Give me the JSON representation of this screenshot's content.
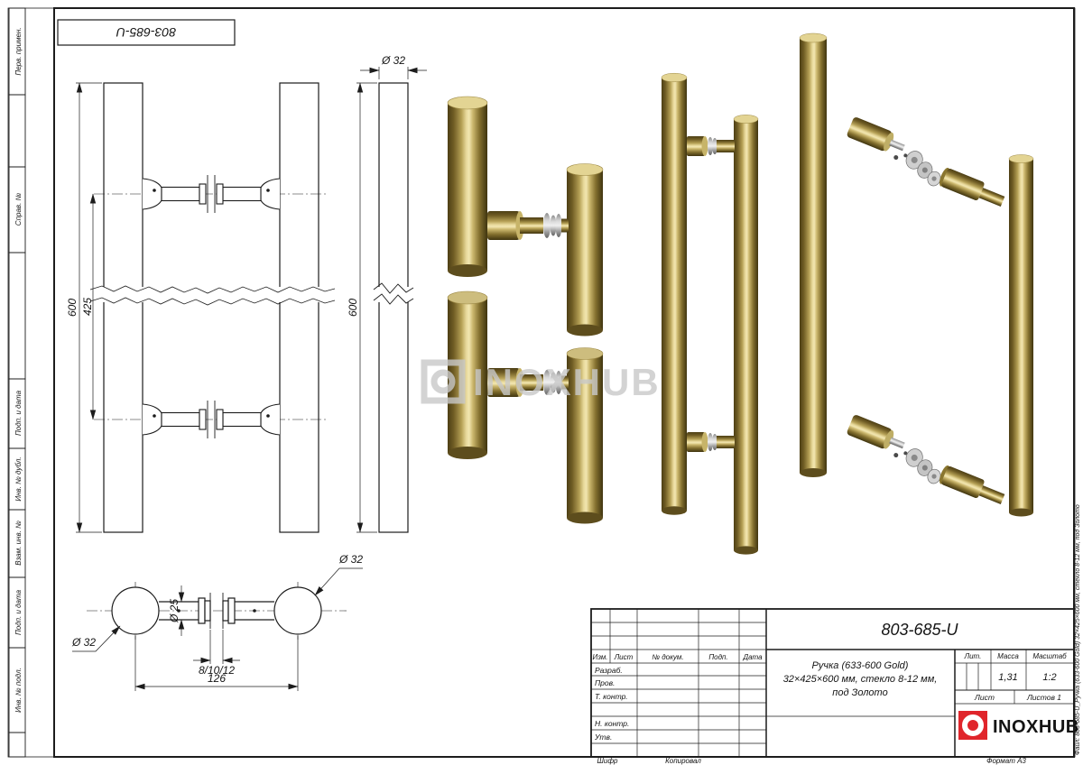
{
  "sheet": {
    "stamp_number": "803-685-U",
    "file_label": "Файл: 803-685-U_Ручка (633-600 Gold) 32×425×600 мм, стекло 8-12 мм, под Золото",
    "margin_labels": [
      "Перв. примен.",
      "Справ. №",
      "Подп. и дата",
      "Инв. № дубл.",
      "Взам. инв. №",
      "Подп. и дата",
      "Инв. № подл."
    ]
  },
  "views": {
    "front": {
      "dim_total_height": "600",
      "dim_hole_centers": "425"
    },
    "side": {
      "dim_diameter": "Ø 32",
      "dim_total_height": "600"
    },
    "plan": {
      "dim_diameter_right": "Ø 32",
      "dim_diameter_left": "Ø 32",
      "dim_boss_diameter": "Ø 25",
      "dim_glass_thickness": "8/10/12",
      "dim_centers": "126"
    }
  },
  "watermark": {
    "brand": "INOXHUB"
  },
  "title_block": {
    "doc_number": "803-685-U",
    "name_lines": [
      "Ручка (633-600 Gold)",
      "32×425×600 мм, стекло 8-12 мм,",
      "под Золото"
    ],
    "change_header": [
      "Изм.",
      "Лист",
      "№ докум.",
      "Подп.",
      "Дата"
    ],
    "roles": [
      "Разраб.",
      "Пров.",
      "Т. контр.",
      "Н. контр.",
      "Утв."
    ],
    "lit_label": "Лит.",
    "mass_label": "Масса",
    "scale_label": "Масштаб",
    "mass_value": "1,31",
    "scale_value": "1:2",
    "sheet_label": "Лист",
    "sheets_label": "Листов 1",
    "brand": "INOXHUB"
  },
  "footer": {
    "cipher_label": "Шифр",
    "copied_label": "Копировал",
    "format_label": "Формат А3"
  },
  "colors": {
    "gold_accent": "#b99a4e",
    "logo_red": "#e0252b",
    "line": "#1c1c1c",
    "watermark_gray": "#c9c9c9"
  }
}
